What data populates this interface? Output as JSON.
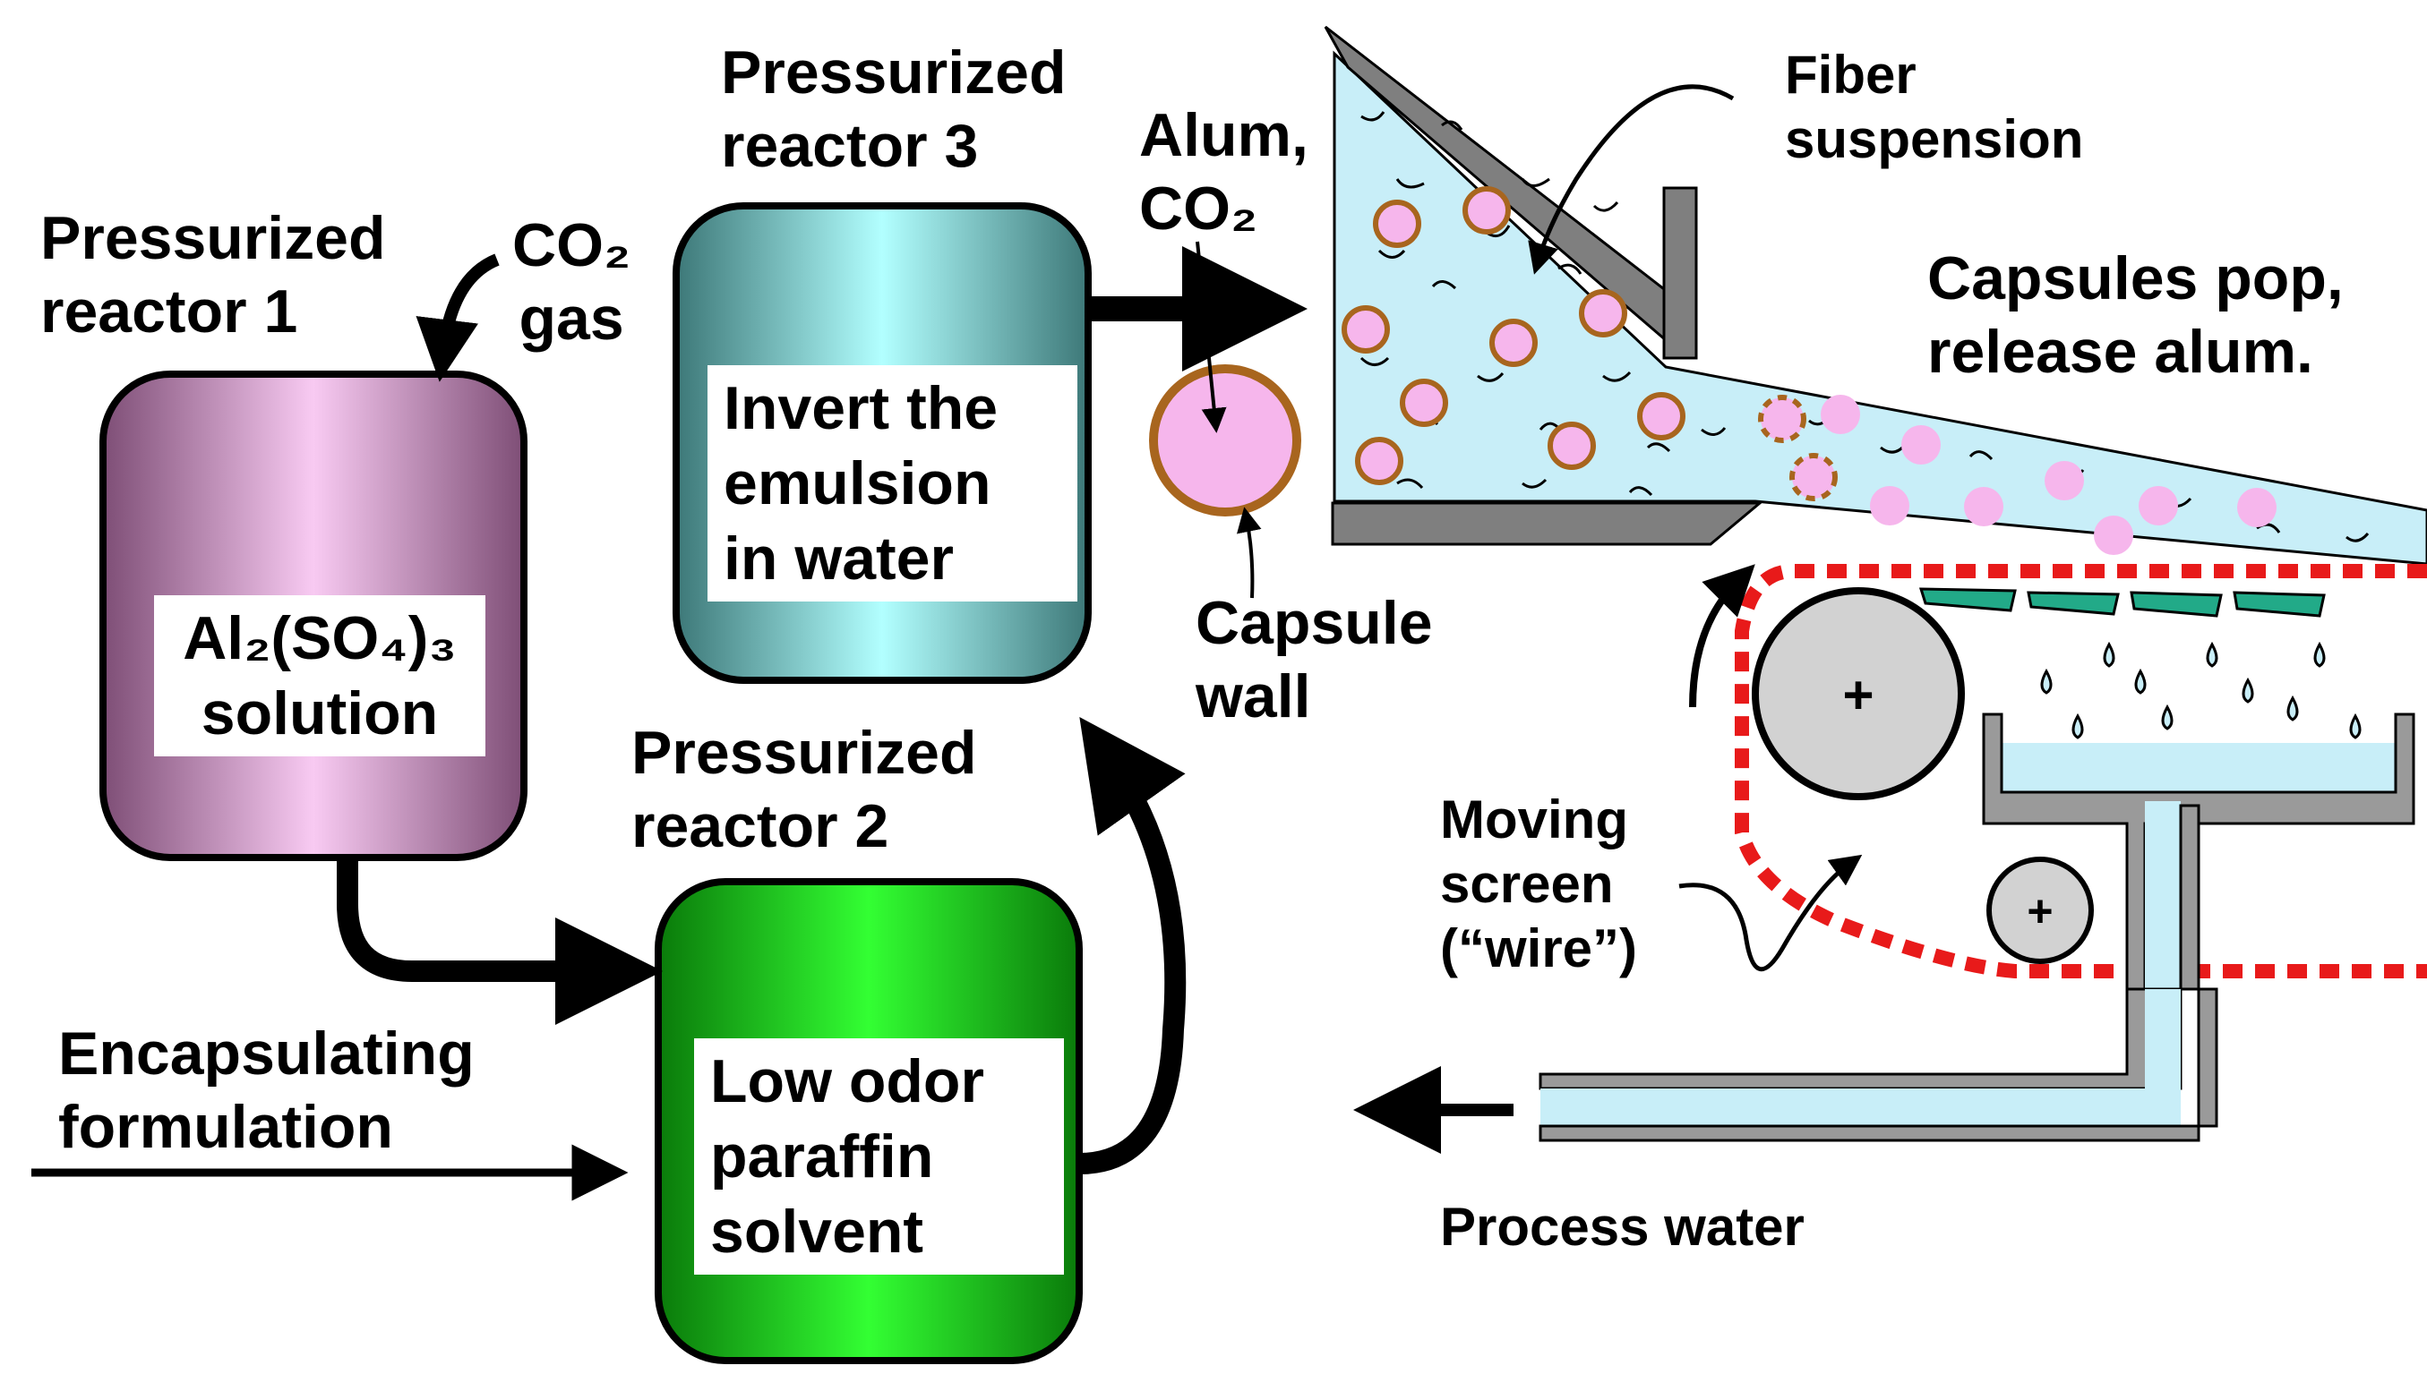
{
  "reactor1": {
    "title_line1": "Pressurized",
    "title_line2": "reactor 1",
    "content_line1": "Al₂(SO₄)₃",
    "content_line2": "solution",
    "color": "#c89cc0"
  },
  "co2_gas": {
    "line1": "CO₂",
    "line2": "gas"
  },
  "reactor2": {
    "title_line1": "Pressurized",
    "title_line2": "reactor 2",
    "content_line1": "Low odor",
    "content_line2": "paraffin",
    "content_line3": "solvent",
    "color": "#22c322"
  },
  "reactor3": {
    "title_line1": "Pressurized",
    "title_line2": "reactor 3",
    "content_line1": "Invert the",
    "content_line2": "emulsion",
    "content_line3": "in water",
    "color": "#6aa8a8"
  },
  "encapsulating": {
    "line1": "Encapsulating",
    "line2": "formulation"
  },
  "alum_co2": {
    "line1": "Alum,",
    "line2": "CO₂"
  },
  "capsule_wall": {
    "line1": "Capsule",
    "line2": "wall"
  },
  "fiber_suspension": {
    "line1": "Fiber",
    "line2": "suspension"
  },
  "capsules_pop": {
    "line1": "Capsules pop,",
    "line2": "release alum."
  },
  "moving_screen": {
    "line1": "Moving",
    "line2": "screen",
    "line3": "(“wire”)"
  },
  "process_water": {
    "label": "Process water"
  },
  "colors": {
    "suspension": "#c8eef8",
    "capsule_fill": "#f6b6ec",
    "capsule_wall": "#a8651e",
    "screen": "#e81a1a",
    "roller": "#d2d2d2",
    "headbox": "#7f7f7f",
    "foil": "#22aa88"
  }
}
